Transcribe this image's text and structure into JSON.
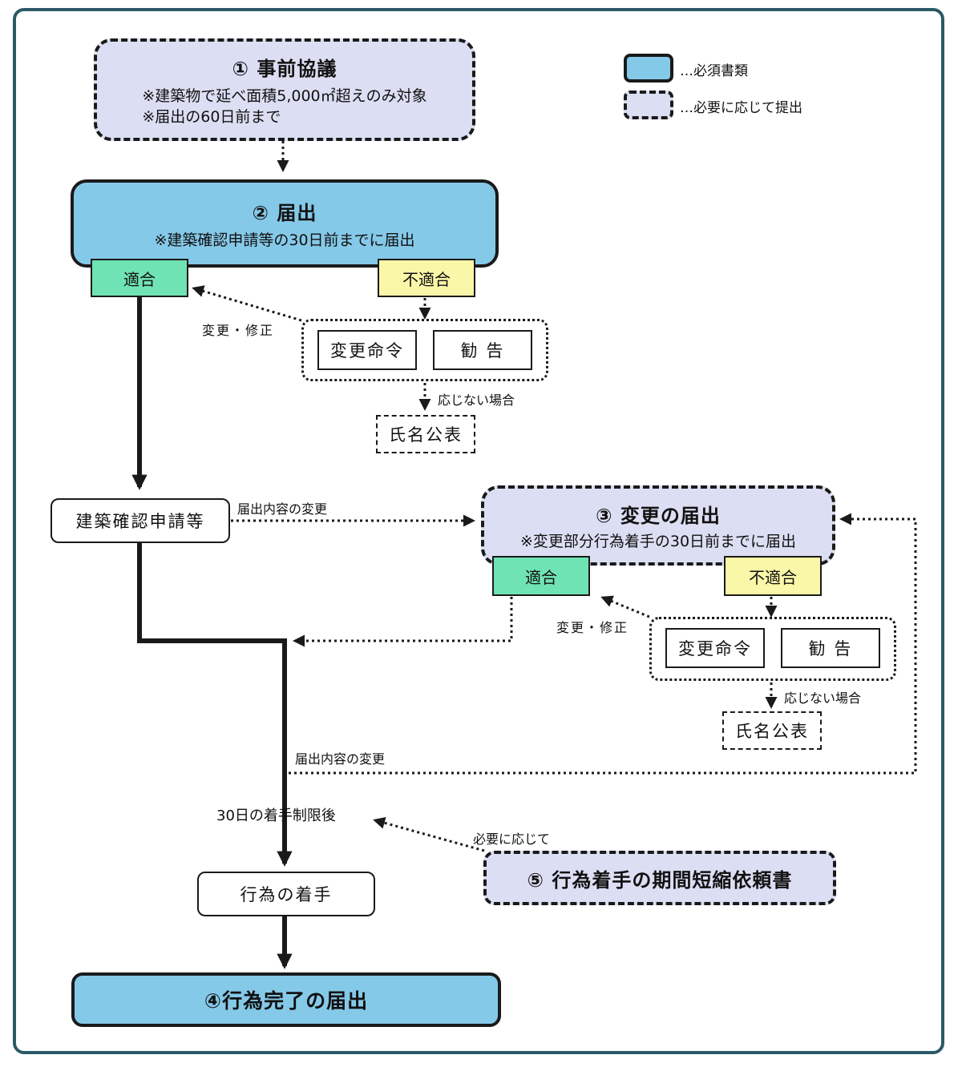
{
  "legend": {
    "required_label": "…必須書類",
    "optional_label": "…必要に応じて提出"
  },
  "step1": {
    "title": "① 事前協議",
    "note1": "※建築物で延べ面積5,000㎡超えのみ対象",
    "note2": "※届出の60日前まで"
  },
  "step2": {
    "title": "② 届出",
    "note": "※建築確認申請等の30日前までに届出",
    "ok": "適合",
    "ng": "不適合",
    "order": "変更命令",
    "advice": "勧 告",
    "fix_label": "変更・修正",
    "refuse_label": "応じない場合",
    "publish": "氏名公表"
  },
  "building_confirm": "建築確認申請等",
  "change_label_1": "届出内容の変更",
  "step3": {
    "title": "③ 変更の届出",
    "note": "※変更部分行為着手の30日前までに届出",
    "ok": "適合",
    "ng": "不適合",
    "order": "変更命令",
    "advice": "勧 告",
    "fix_label": "変更・修正",
    "refuse_label": "応じない場合",
    "publish": "氏名公表"
  },
  "change_label_2": "届出内容の変更",
  "limit_label": "30日の着手制限後",
  "as_needed_label": "必要に応じて",
  "step5": {
    "title": "⑤ 行為着手の期間短縮依頼書"
  },
  "start": "行為の着手",
  "step4": {
    "title": "④行為完了の届出"
  },
  "colors": {
    "required": "#85c9e9",
    "optional": "#dcdef3",
    "ok": "#6fe3b4",
    "ng": "#fbf7a8",
    "frame": "#2b5966"
  }
}
